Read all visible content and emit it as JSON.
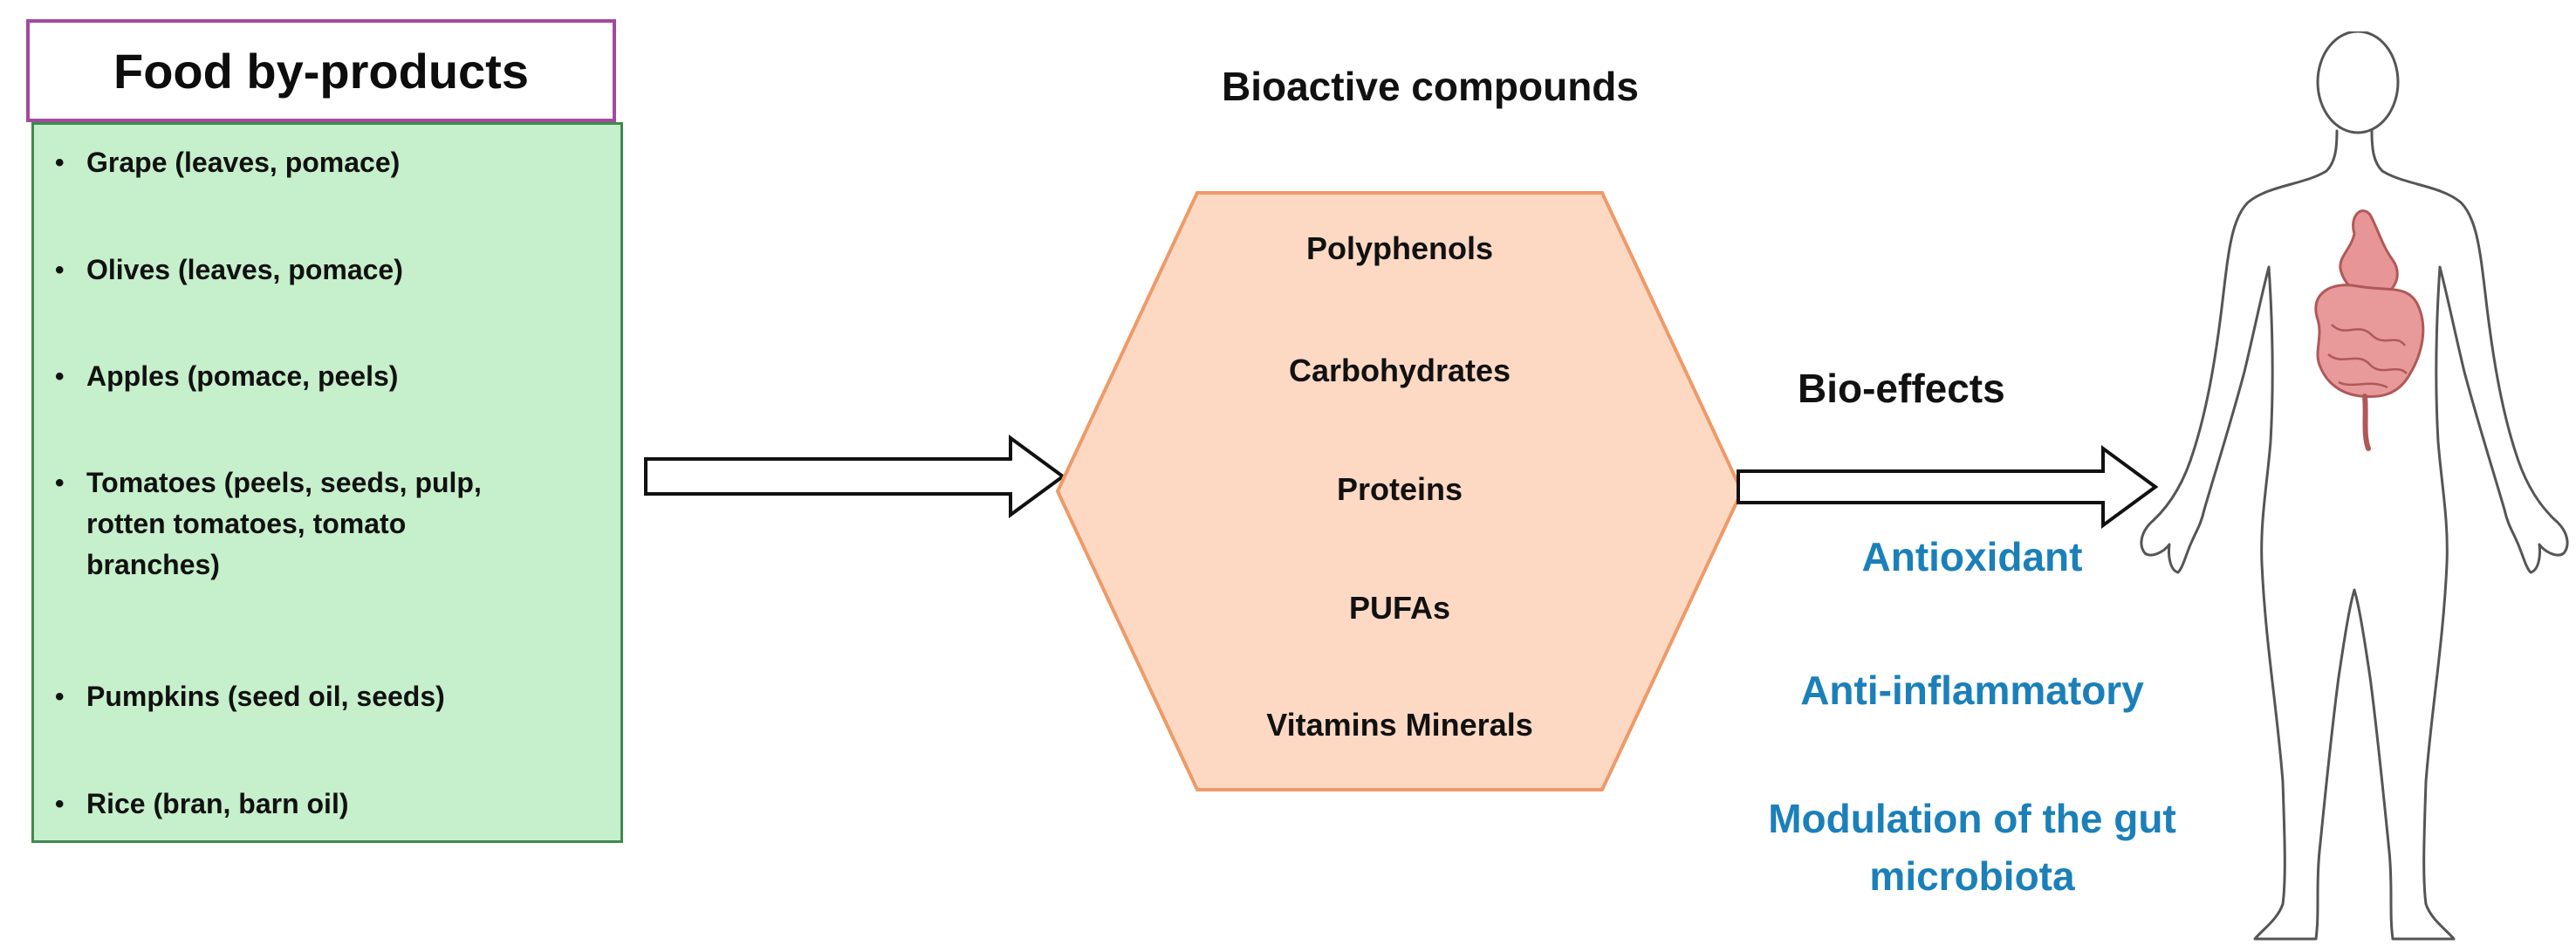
{
  "food_byproducts": {
    "title": "Food by-products",
    "items": [
      "Grape (leaves, pomace)",
      "Olives (leaves, pomace)",
      "Apples (pomace, peels)",
      "Tomatoes (peels, seeds, pulp, rotten tomatoes, tomato branches)",
      "Pumpkins (seed oil, seeds)",
      "Rice (bran, barn oil)"
    ],
    "bullet": "•"
  },
  "bioactive": {
    "heading": "Bioactive compounds",
    "compounds": [
      "Polyphenols",
      "Carbohydrates",
      "Proteins",
      "PUFAs",
      "Vitamins Minerals"
    ]
  },
  "bio_effects": {
    "heading": "Bio-effects",
    "effects": [
      "Antioxidant",
      "Anti-inflammatory",
      "Modulation of the gut microbiota"
    ]
  },
  "colors": {
    "panel_fill": "#c6efcb",
    "panel_border": "#3f8a4d",
    "title_border": "#a24a9e",
    "hexagon_fill": "#fdd9c4",
    "hexagon_border": "#ee9a68",
    "effect_text": "#1b80b9",
    "organ_fill": "#e89a9a"
  },
  "icons": {
    "arrow_left": "hollow-right-arrow-icon",
    "arrow_right": "hollow-right-arrow-icon",
    "human": "human-body-outline-icon"
  }
}
